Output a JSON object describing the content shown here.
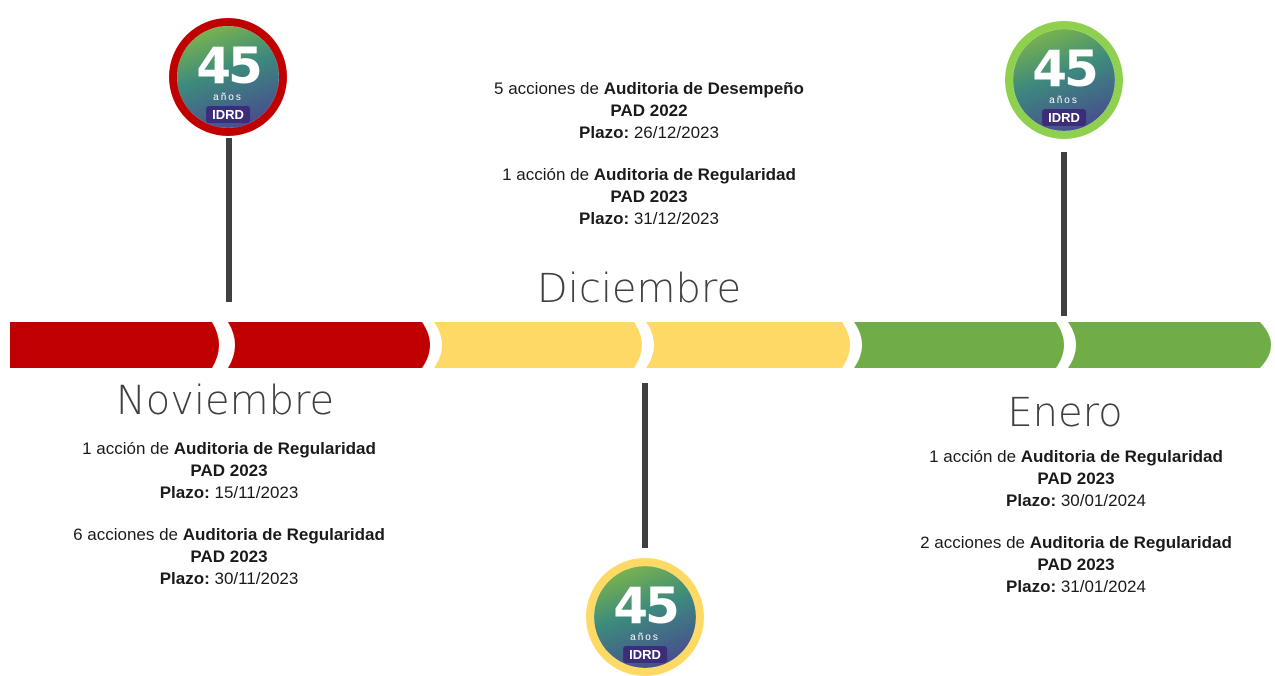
{
  "colors": {
    "november": "#c00000",
    "december": "#ffd966",
    "january": "#70ad47",
    "line": "#404040"
  },
  "badge": {
    "number": "45",
    "subtitle": "años",
    "tag": "IDRD"
  },
  "months": {
    "november": {
      "label": "Noviembre",
      "entries": [
        {
          "count": "1 acción de",
          "type": "Auditoria de Regularidad",
          "pad": "PAD 2023",
          "plazo_label": "Plazo:",
          "plazo": "15/11/2023"
        },
        {
          "count": "6 acciones de",
          "type": "Auditoria de Regularidad",
          "pad": "PAD 2023",
          "plazo_label": "Plazo:",
          "plazo": "30/11/2023"
        }
      ]
    },
    "december": {
      "label": "Diciembre",
      "entries": [
        {
          "count": "5 acciones de",
          "type": "Auditoria de Desempeño",
          "pad": "PAD 2022",
          "plazo_label": "Plazo:",
          "plazo": "26/12/2023"
        },
        {
          "count": "1 acción de",
          "type": "Auditoria de Regularidad",
          "pad": "PAD 2023",
          "plazo_label": "Plazo:",
          "plazo": "31/12/2023"
        }
      ]
    },
    "january": {
      "label": "Enero",
      "entries": [
        {
          "count": "1 acción de",
          "type": "Auditoria de Regularidad",
          "pad": "PAD 2023",
          "plazo_label": "Plazo:",
          "plazo": "30/01/2024"
        },
        {
          "count": "2 acciones de",
          "type": "Auditoria de Regularidad",
          "pad": "PAD 2023",
          "plazo_label": "Plazo:",
          "plazo": "31/01/2024"
        }
      ]
    }
  }
}
